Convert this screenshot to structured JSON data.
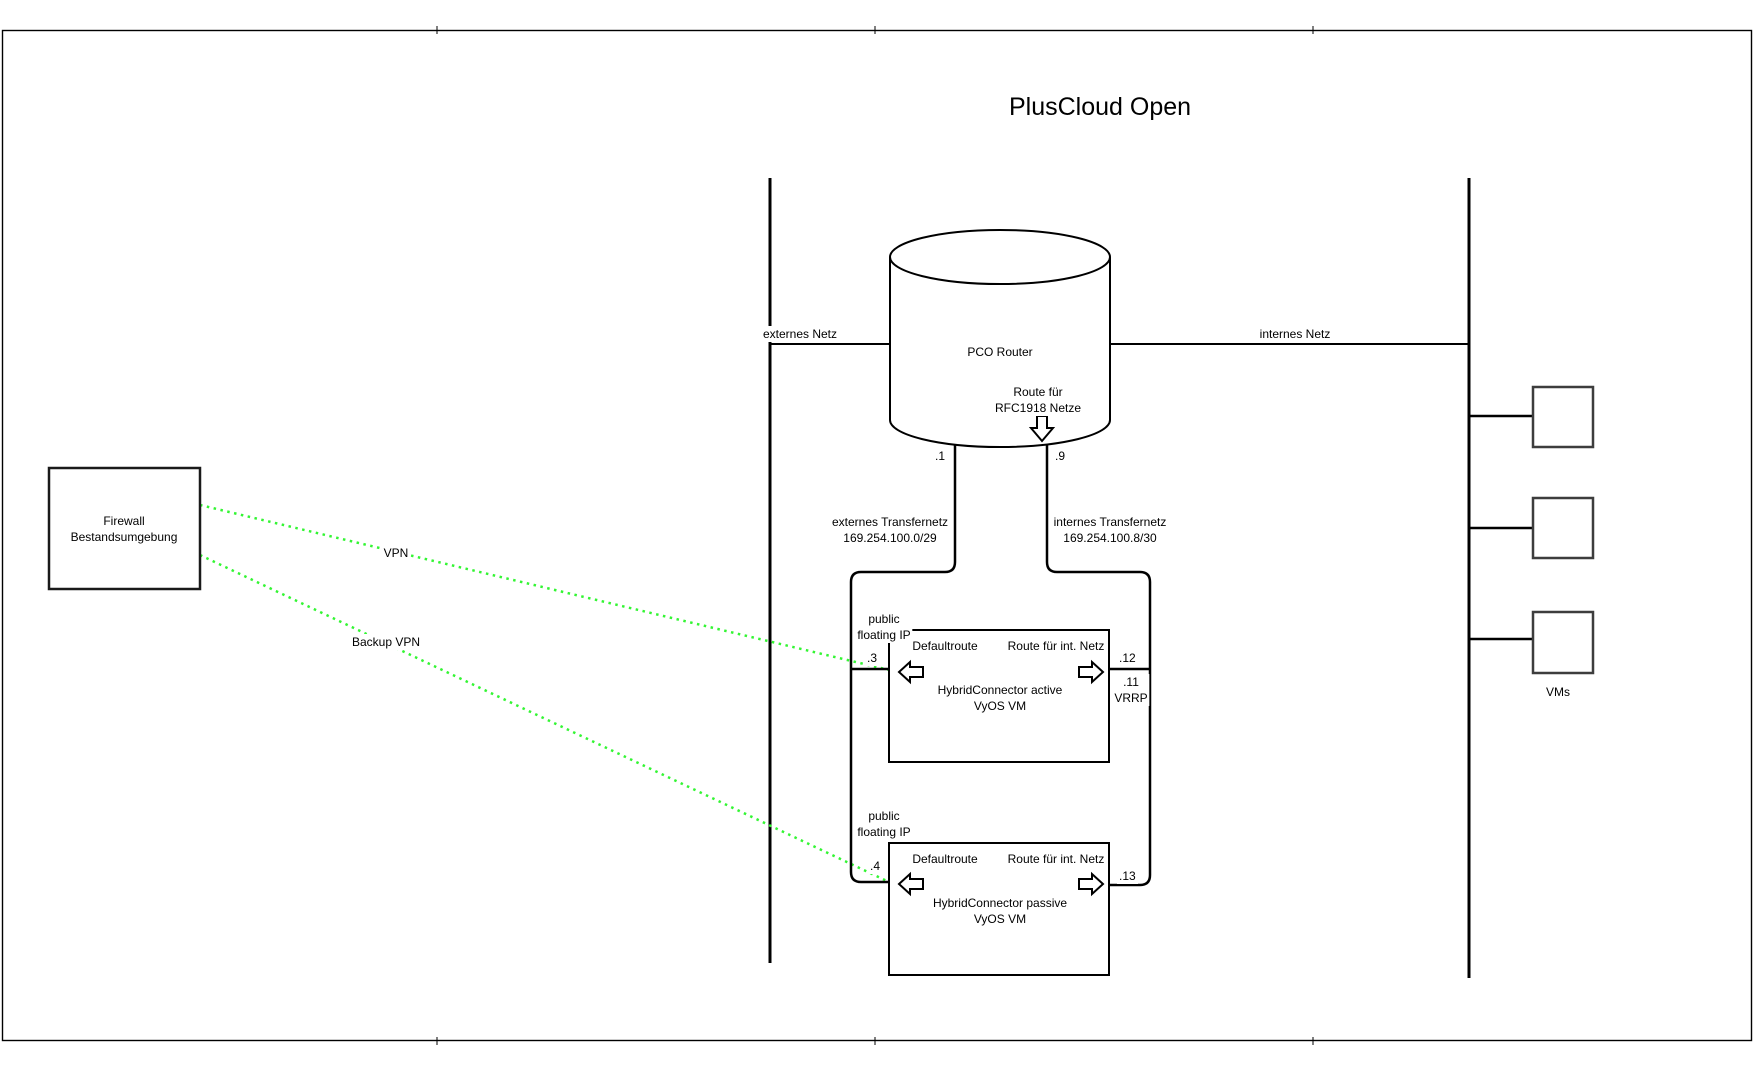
{
  "title": "PlusCloud Open",
  "colors": {
    "stroke": "#000000",
    "vpn": "#33f533",
    "vm_stroke": "#3d3d3d"
  },
  "firewall": {
    "name": "Firewall\nBestandsumgebung"
  },
  "router": {
    "name": "PCO Router",
    "rfc_route": "Route für\nRFC1918 Netze",
    "ip_ext": ".1",
    "ip_int": ".9"
  },
  "nets": {
    "ext": "externes Netz",
    "int": "internes Netz",
    "ext_transfer": "externes Transfernetz\n169.254.100.0/29",
    "int_transfer": "internes Transfernetz\n169.254.100.8/30",
    "floating_ip": "public\nfloating IP"
  },
  "active": {
    "route_default": "Defaultroute",
    "route_int": "Route für int. Netz",
    "name": "HybridConnector active\nVyOS VM",
    "ip_ext": ".3",
    "ip_int": ".12",
    "ip_vrrp": ".11\nVRRP"
  },
  "passive": {
    "route_default": "Defaultroute",
    "route_int": "Route für int. Netz",
    "name": "HybridConnector passive\nVyOS VM",
    "ip_ext": ".4",
    "ip_int": ".13"
  },
  "links": {
    "vpn": "VPN",
    "backup_vpn": "Backup VPN"
  },
  "vms": {
    "label": "VMs"
  }
}
